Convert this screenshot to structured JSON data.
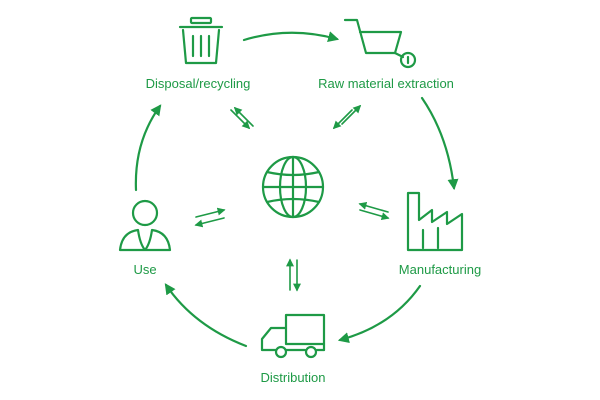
{
  "colors": {
    "accent": "#1e9a46",
    "background": "#ffffff"
  },
  "cycle": {
    "stages": [
      {
        "id": "disposal",
        "label": "Disposal/recycling",
        "icon": "trash-bin-icon"
      },
      {
        "id": "raw-material",
        "label": "Raw material extraction",
        "icon": "wheelbarrow-icon"
      },
      {
        "id": "manufacturing",
        "label": "Manufacturing",
        "icon": "factory-icon"
      },
      {
        "id": "distribution",
        "label": "Distribution",
        "icon": "delivery-truck-icon"
      },
      {
        "id": "use",
        "label": "Use",
        "icon": "person-icon"
      }
    ],
    "center_icon": "globe-icon"
  }
}
